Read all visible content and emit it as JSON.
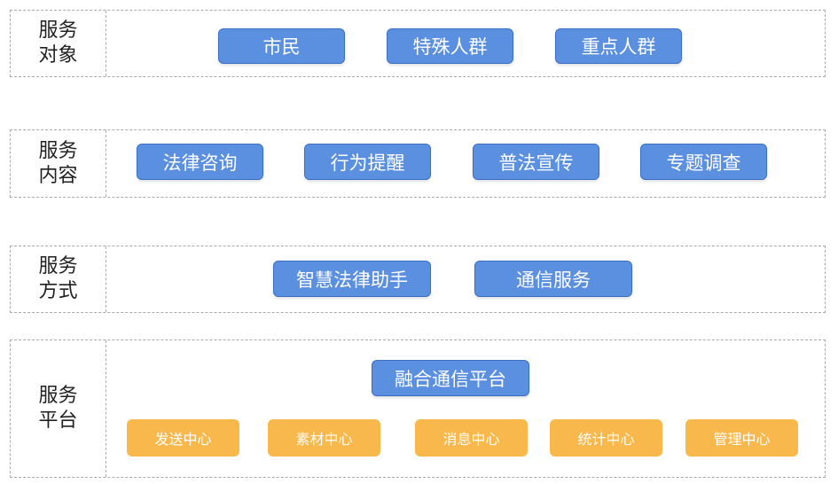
{
  "layers": [
    {
      "label_line1": "服务",
      "label_line2": "对象",
      "items": [
        "市民",
        "特殊人群",
        "重点人群"
      ]
    },
    {
      "label_line1": "服务",
      "label_line2": "内容",
      "items": [
        "法律咨询",
        "行为提醒",
        "普法宣传",
        "专题调查"
      ]
    },
    {
      "label_line1": "服务",
      "label_line2": "方式",
      "items": [
        "智慧法律助手",
        "通信服务"
      ]
    },
    {
      "label_line1": "服务",
      "label_line2": "平台",
      "platform": "融合通信平台",
      "modules": [
        "发送中心",
        "素材中心",
        "消息中心",
        "统计中心",
        "管理中心"
      ]
    }
  ],
  "colors": {
    "blue": "#5b8fe0",
    "orange": "#f9b84c",
    "border": "#a9a9a9"
  }
}
